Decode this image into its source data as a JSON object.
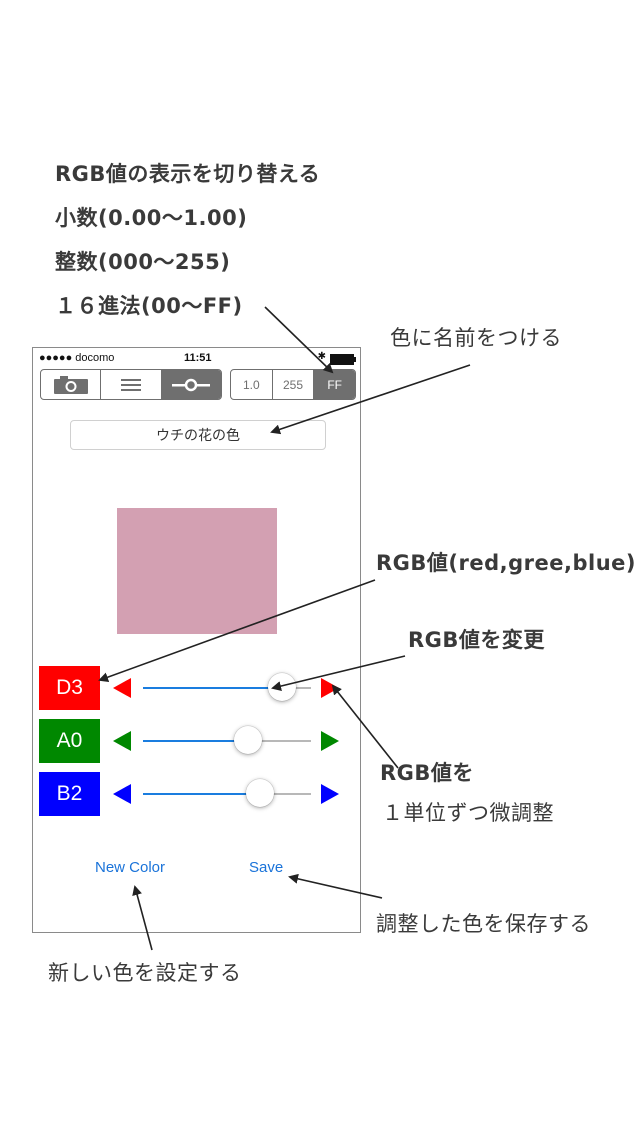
{
  "annotations": {
    "display_toggle": [
      "RGB値の表示を切り替える",
      "小数(0.00〜1.00)",
      "整数(000〜255)",
      "１６進法(00〜FF)"
    ],
    "name_color": "色に名前をつける",
    "rgb_value": "RGB値(red,gree,blue)",
    "change_rgb": "RGB値を変更",
    "fine_adjust": [
      "RGB値を",
      "１単位ずつ微調整"
    ],
    "save_adjusted": "調整した色を保存する",
    "new_color": "新しい色を設定する"
  },
  "status_bar": {
    "carrier": "●●●●● docomo",
    "time": "11:51"
  },
  "toolbar": {
    "modes": [
      "camera-icon",
      "list-icon",
      "slider-icon"
    ],
    "format_options": [
      "1.0",
      "255",
      "FF"
    ],
    "selected_format": "FF"
  },
  "color_name": "ウチの花の色",
  "swatch_color": "#D3A0B2",
  "channels": [
    {
      "label": "D3",
      "value": 211,
      "bg": "#FF0000",
      "arrow": "#FF0000"
    },
    {
      "label": "A0",
      "value": 160,
      "bg": "#008800",
      "arrow": "#008800"
    },
    {
      "label": "B2",
      "value": 178,
      "bg": "#0000FF",
      "arrow": "#0000FF"
    }
  ],
  "buttons": {
    "new_color": "New Color",
    "save": "Save"
  }
}
